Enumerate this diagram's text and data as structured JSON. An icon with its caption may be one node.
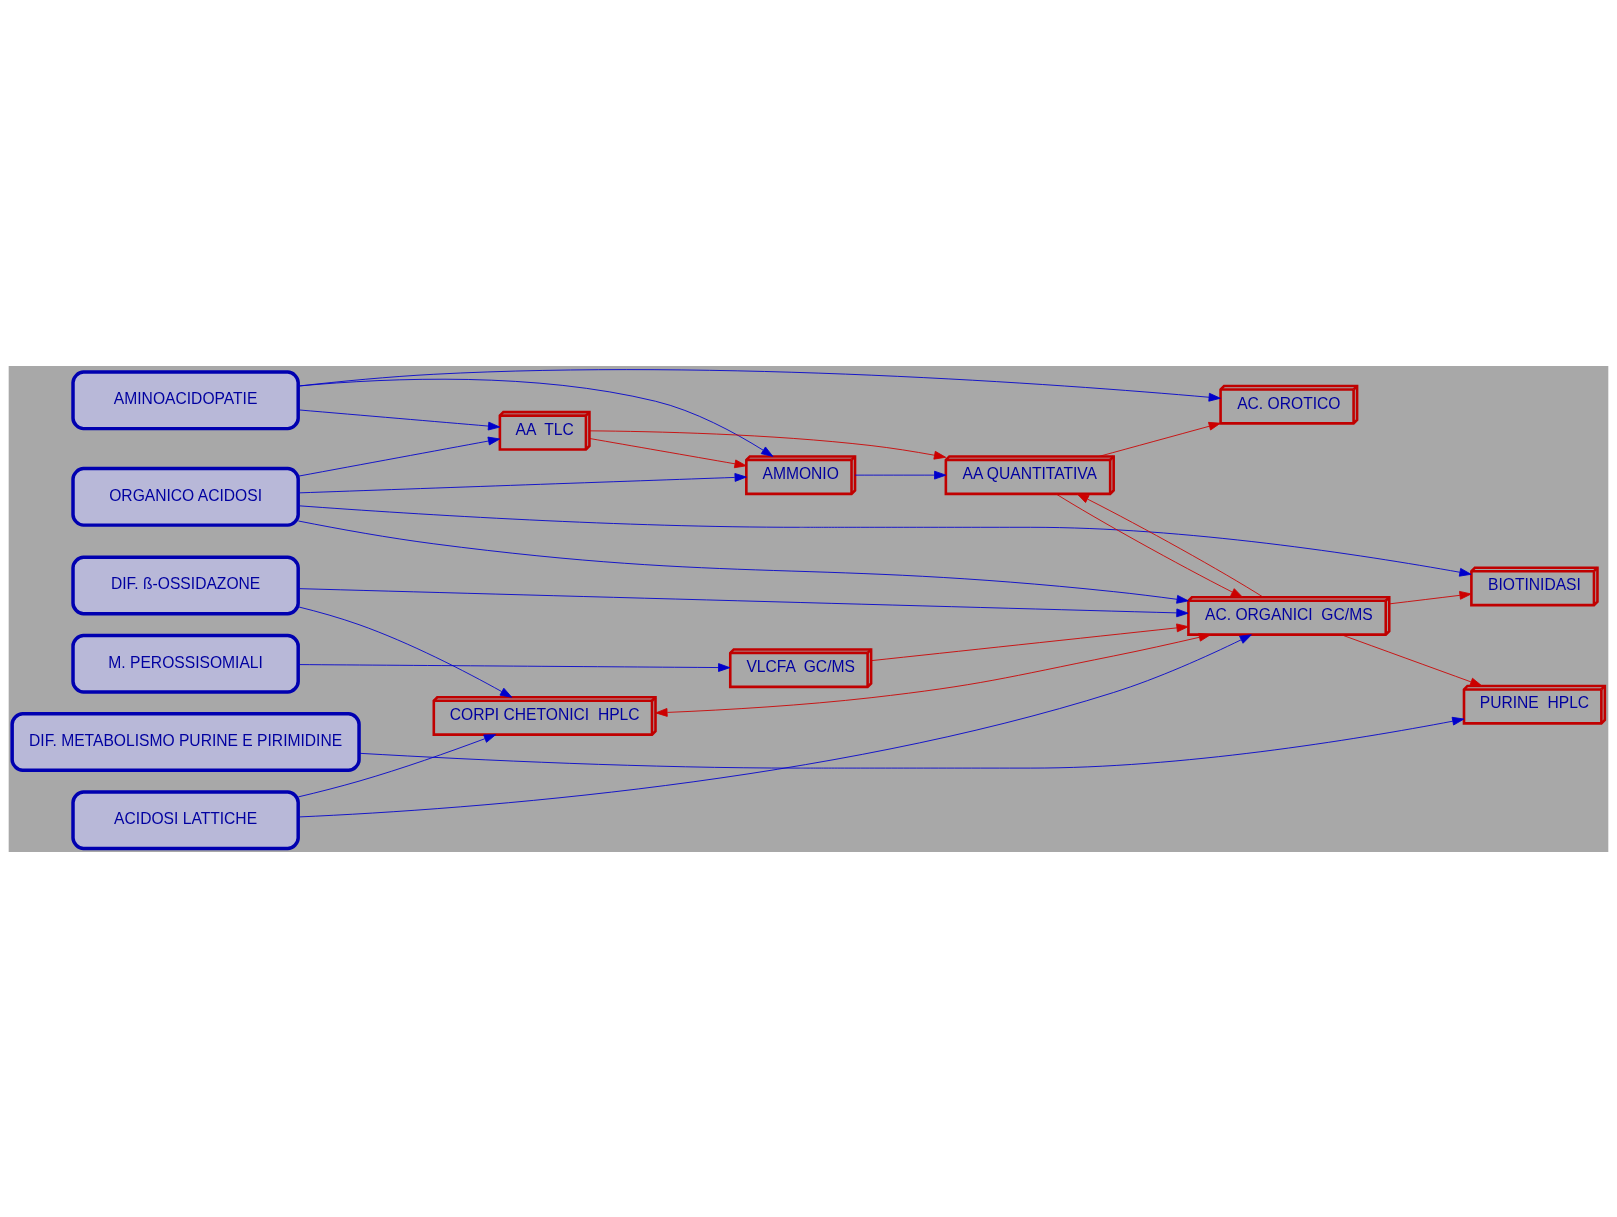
{
  "diagram": {
    "nodes": [
      {
        "text": [
          "AMINOACIDOPATIE"
        ]
      },
      {
        "text": [
          "ORGANICO ACIDOSI"
        ]
      },
      {
        "text": [
          "DIF. ß-OSSIDAZONE"
        ]
      },
      {
        "text": [
          "M. PEROSSISOMIALI"
        ]
      },
      {
        "text": [
          "DIF. METABOLISMO PURINE E PIRIMIDINE"
        ]
      },
      {
        "text": [
          "ACIDOSI LATTICHE"
        ]
      },
      {
        "text": [
          "AA  TLC"
        ]
      },
      {
        "text": [
          "AMMONIO"
        ]
      },
      {
        "text": [
          "AA QUANTITATIVA"
        ]
      },
      {
        "text": [
          "AC. ORGANICI  GC/MS"
        ]
      },
      {
        "text": [
          "BIOTINIDASI"
        ]
      },
      {
        "text": [
          "VLCFA  GC/MS"
        ]
      },
      {
        "text": [
          "AC. OROTICO"
        ]
      },
      {
        "text": [
          "PURINE  HPLC"
        ]
      },
      {
        "text": [
          "CORPI CHETONICI  HPLC"
        ]
      }
    ],
    "edges": [
      {
        "from": 0,
        "to": 7,
        "arrow": "to"
      },
      {
        "from": 0,
        "to": 6,
        "arrow": "to"
      },
      {
        "from": 0,
        "to": 12,
        "arrow": "to"
      },
      {
        "from": 1,
        "to": 6,
        "arrow": "to"
      },
      {
        "from": 1,
        "to": 7,
        "arrow": "to"
      },
      {
        "from": 1,
        "to": 9,
        "arrow": "to"
      },
      {
        "from": 1,
        "to": 10,
        "arrow": "to"
      },
      {
        "from": 2,
        "to": 9,
        "arrow": "to"
      },
      {
        "from": 2,
        "to": 14,
        "arrow": "to"
      },
      {
        "from": 3,
        "to": 11,
        "arrow": "to"
      },
      {
        "from": 4,
        "to": 13,
        "arrow": "to"
      },
      {
        "from": 5,
        "to": 14,
        "arrow": "to"
      },
      {
        "from": 5,
        "to": 9,
        "arrow": "to"
      },
      {
        "from": 7,
        "to": 8,
        "arrow": "to"
      },
      {
        "from": 6,
        "to": 7,
        "arrow": "to",
        "color": "#cc0000"
      },
      {
        "from": 6,
        "to": 8,
        "arrow": "to",
        "color": "#cc0000"
      },
      {
        "from": 9,
        "to": 8,
        "arrow": "to",
        "color": "#cc0000"
      },
      {
        "from": 8,
        "to": 9,
        "arrow": "to",
        "color": "#cc0000"
      },
      {
        "from": 8,
        "to": 12,
        "arrow": "to",
        "color": "#cc0000"
      },
      {
        "from": 9,
        "to": 10,
        "arrow": "to",
        "color": "#cc0000"
      },
      {
        "from": 11,
        "to": 9,
        "arrow": "to",
        "color": "#cc0000"
      },
      {
        "from": 9,
        "to": 13,
        "arrow": "to",
        "color": "#cc0000"
      },
      {
        "from": 14,
        "to": 9,
        "arrow": "both",
        "color": "#cc0000"
      }
    ]
  }
}
